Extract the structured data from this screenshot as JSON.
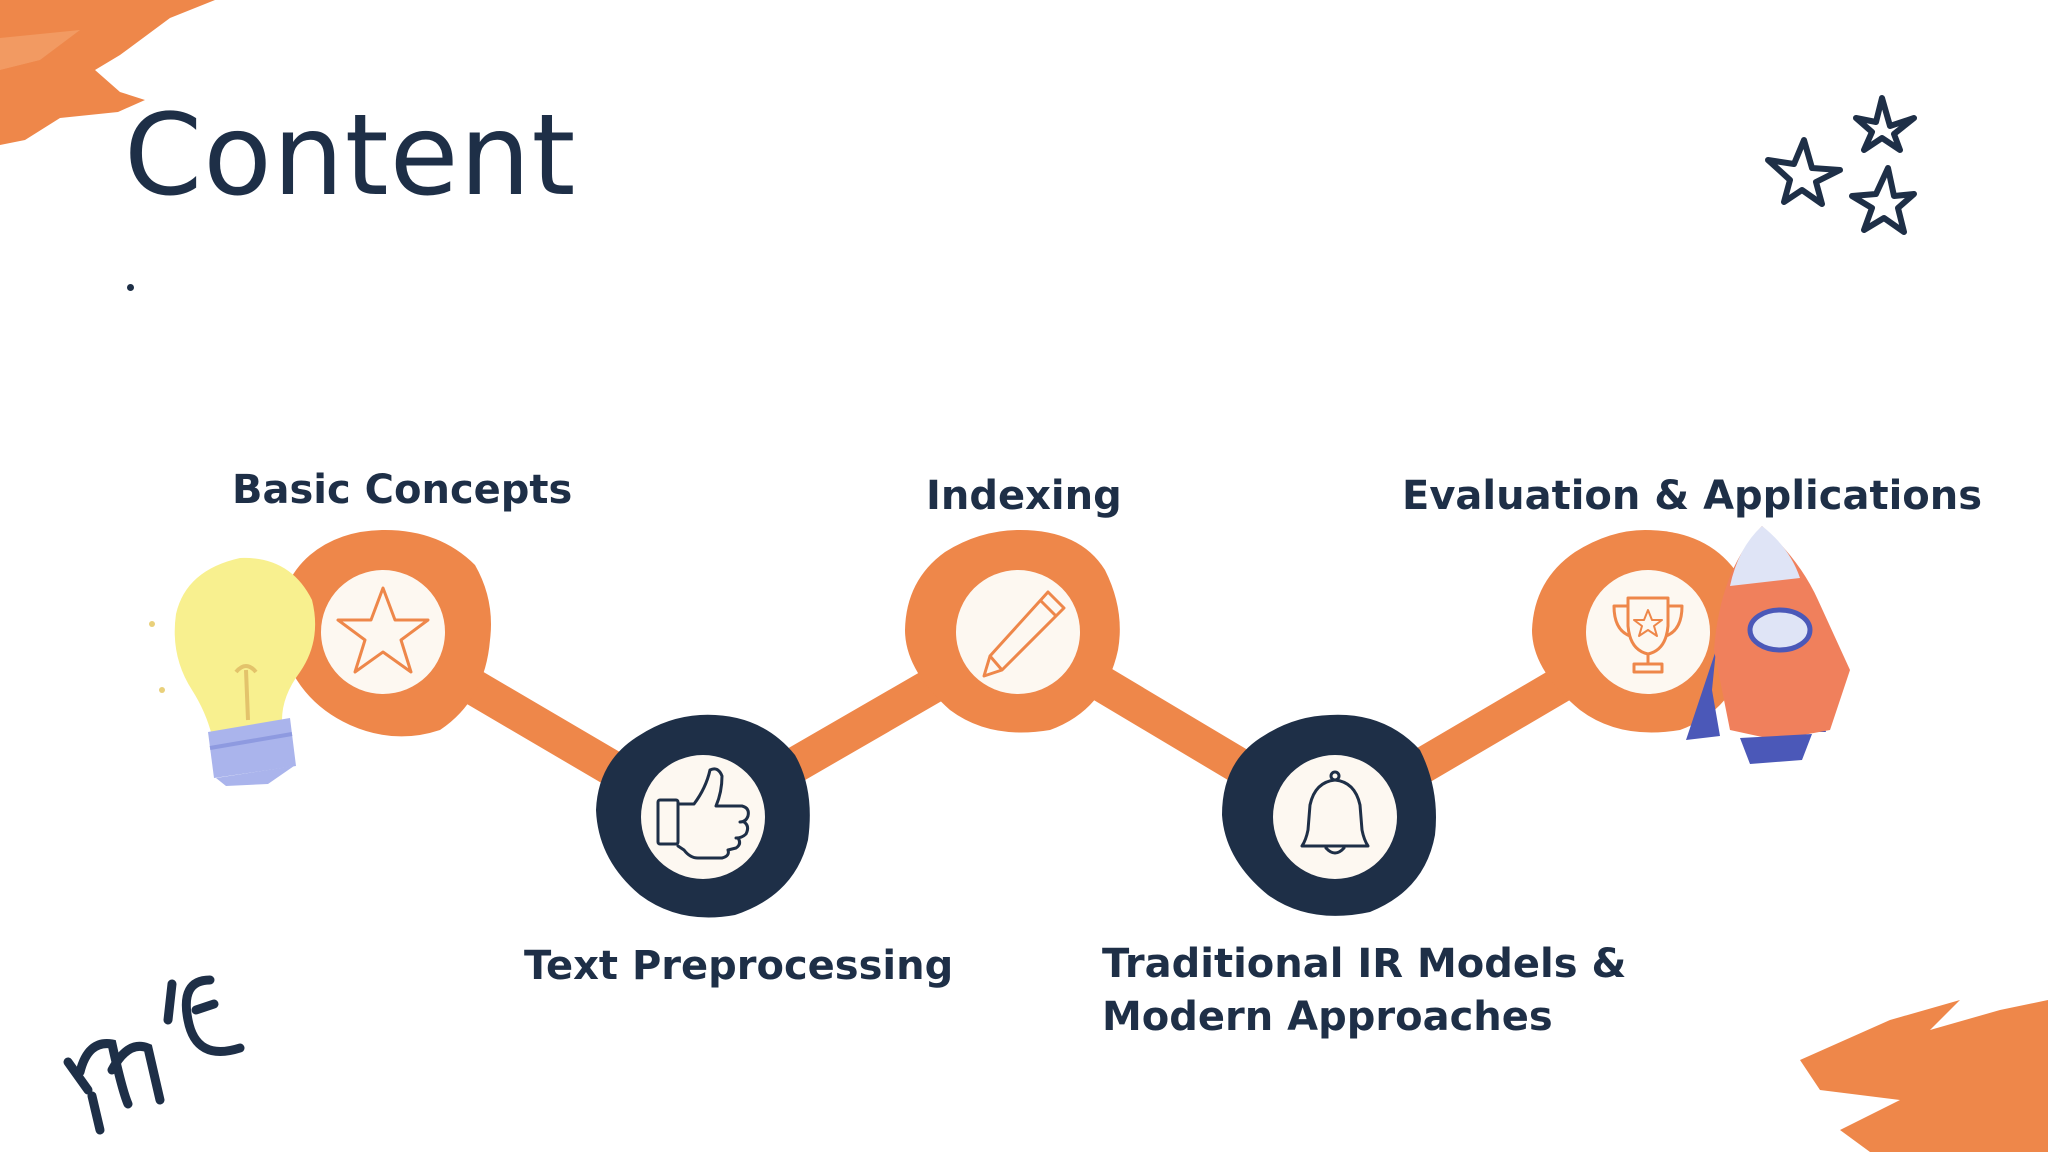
{
  "slide": {
    "title": "Content",
    "colors": {
      "navy": "#1e2f47",
      "orange": "#ee874a",
      "cream": "#fdf8f1",
      "bulb_yellow": "#f8f08f",
      "bulb_base": "#aab4ec",
      "rocket_body": "#f0805c"
    },
    "steps": [
      {
        "label": "Basic Concepts",
        "icon": "star-icon"
      },
      {
        "label": "Text Preprocessing",
        "icon": "thumbs-up-icon"
      },
      {
        "label": "Indexing",
        "icon": "pencil-icon"
      },
      {
        "label": "Traditional IR Models &",
        "label_line2": "Modern Approaches",
        "icon": "bell-icon"
      },
      {
        "label": "Evaluation & Applications",
        "icon": "trophy-icon"
      }
    ],
    "decorations": [
      "lightbulb-illustration",
      "rocket-illustration",
      "stars-doodle",
      "scribble-doodle",
      "brush-stroke-top-left",
      "brush-stroke-bottom-right"
    ]
  }
}
